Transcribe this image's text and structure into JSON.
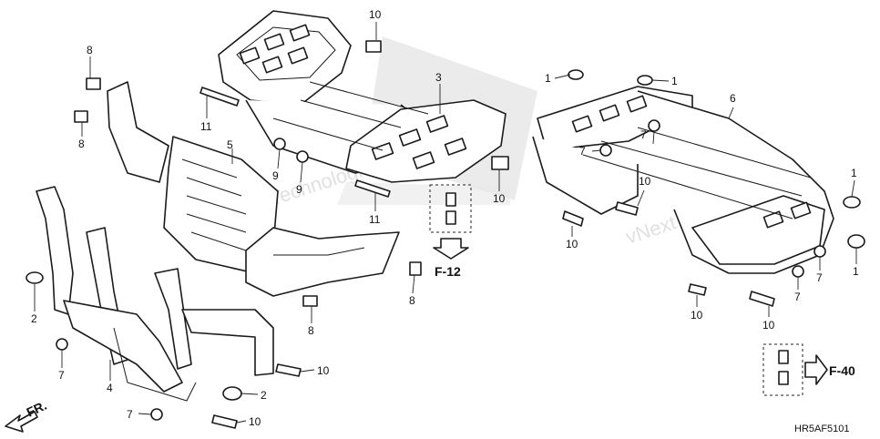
{
  "diagram": {
    "code": "HR5AF5101",
    "direction_label": "FR.",
    "references": [
      "F-12",
      "F-40"
    ],
    "watermark": "vNext Technologies",
    "callouts": [
      {
        "id": "c-10a",
        "text": "10"
      },
      {
        "id": "c-8a",
        "text": "8"
      },
      {
        "id": "c-8b",
        "text": "8"
      },
      {
        "id": "c-11a",
        "text": "11"
      },
      {
        "id": "c-3",
        "text": "3"
      },
      {
        "id": "c-5",
        "text": "5"
      },
      {
        "id": "c-9a",
        "text": "9"
      },
      {
        "id": "c-9b",
        "text": "9"
      },
      {
        "id": "c-11b",
        "text": "11"
      },
      {
        "id": "c-10b",
        "text": "10"
      },
      {
        "id": "c-8c",
        "text": "8"
      },
      {
        "id": "c-8d",
        "text": "8"
      },
      {
        "id": "c-2a",
        "text": "2"
      },
      {
        "id": "c-7a",
        "text": "7"
      },
      {
        "id": "c-4",
        "text": "4"
      },
      {
        "id": "c-10c",
        "text": "10"
      },
      {
        "id": "c-2b",
        "text": "2"
      },
      {
        "id": "c-7b",
        "text": "7"
      },
      {
        "id": "c-10d",
        "text": "10"
      },
      {
        "id": "c-1a",
        "text": "1"
      },
      {
        "id": "c-1b",
        "text": "1"
      },
      {
        "id": "c-6",
        "text": "6"
      },
      {
        "id": "c-7c",
        "text": "7"
      },
      {
        "id": "c-10e",
        "text": "10"
      },
      {
        "id": "c-10f",
        "text": "10"
      },
      {
        "id": "c-7d",
        "text": "7"
      },
      {
        "id": "c-1c",
        "text": "1"
      },
      {
        "id": "c-1d",
        "text": "1"
      },
      {
        "id": "c-7e",
        "text": "7"
      },
      {
        "id": "c-7f",
        "text": "7"
      },
      {
        "id": "c-10g",
        "text": "10"
      },
      {
        "id": "c-10h",
        "text": "10"
      }
    ]
  }
}
